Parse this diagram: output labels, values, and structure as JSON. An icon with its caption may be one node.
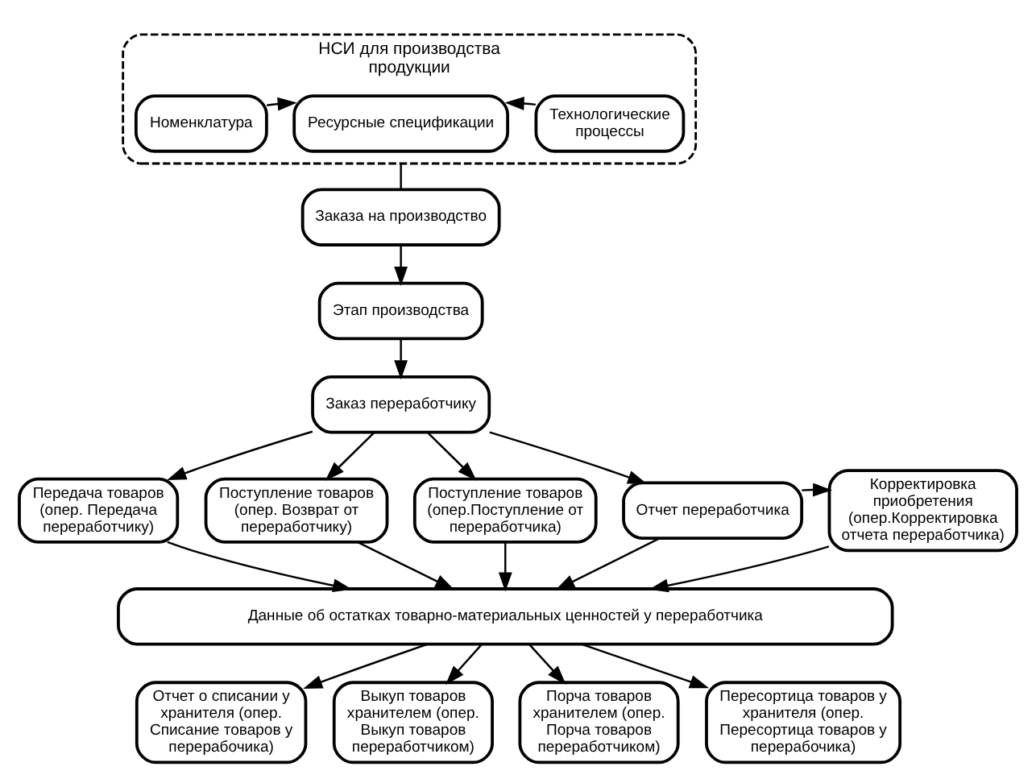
{
  "diagram": {
    "nodes": [
      {
        "text": [
          "НСИ для производства продукции"
        ]
      },
      {
        "text": [
          "Номенклатура"
        ],
        "in": 0
      },
      {
        "text": [
          "Ресурсные спецификации"
        ],
        "in": 0
      },
      {
        "text": [
          "Технологические процессы"
        ],
        "in": 0
      },
      {
        "text": [
          "Заказа на производство"
        ]
      },
      {
        "text": [
          "Этап производства"
        ]
      },
      {
        "text": [
          "Заказ переработчику"
        ]
      },
      {
        "text": [
          "Передача товаров (опер. Передача переработчику)"
        ]
      },
      {
        "text": [
          "Поступление товаров (опер. Возврат от переработчику)"
        ]
      },
      {
        "text": [
          "Поступление товаров (опер.Поступление от переработчика)"
        ]
      },
      {
        "text": [
          "Отчет переработчика"
        ]
      },
      {
        "text": [
          "Корректировка приобретения (опер.Корректировка отчета переработчика)"
        ]
      },
      {
        "text": [
          "Данные об остатках товарно-материальных ценностей у переработчика"
        ]
      },
      {
        "text": [
          "Отчет о списании у хранителя (опер. Списание товаров у перерабочика)"
        ]
      },
      {
        "text": [
          "Выкуп товаров хранителем (опер. Выкуп товаров переработчиком)"
        ]
      },
      {
        "text": [
          "Порча товаров хранителем (опер. Порча товаров переработчиком)"
        ]
      },
      {
        "text": [
          "Пересортица товаров у хранителя (опер. Пересортица товаров у перерабочика)"
        ]
      }
    ],
    "edges": [
      {
        "from": 1,
        "to": 2,
        "arrow": "to"
      },
      {
        "from": 3,
        "to": 2,
        "arrow": "to"
      },
      {
        "from": 0,
        "to": 4,
        "arrow": "none"
      },
      {
        "from": 4,
        "to": 5,
        "arrow": "to"
      },
      {
        "from": 5,
        "to": 6,
        "arrow": "to"
      },
      {
        "from": 6,
        "to": 7,
        "arrow": "to"
      },
      {
        "from": 6,
        "to": 8,
        "arrow": "to"
      },
      {
        "from": 6,
        "to": 9,
        "arrow": "to"
      },
      {
        "from": 6,
        "to": 10,
        "arrow": "to"
      },
      {
        "from": 10,
        "to": 11,
        "arrow": "to"
      },
      {
        "from": 7,
        "to": 12,
        "arrow": "to"
      },
      {
        "from": 8,
        "to": 12,
        "arrow": "to"
      },
      {
        "from": 9,
        "to": 12,
        "arrow": "to"
      },
      {
        "from": 10,
        "to": 12,
        "arrow": "to"
      },
      {
        "from": 11,
        "to": 12,
        "arrow": "to"
      },
      {
        "from": 12,
        "to": 13,
        "arrow": "to"
      },
      {
        "from": 12,
        "to": 14,
        "arrow": "to"
      },
      {
        "from": 12,
        "to": 15,
        "arrow": "to"
      },
      {
        "from": 12,
        "to": 16,
        "arrow": "to"
      }
    ]
  }
}
